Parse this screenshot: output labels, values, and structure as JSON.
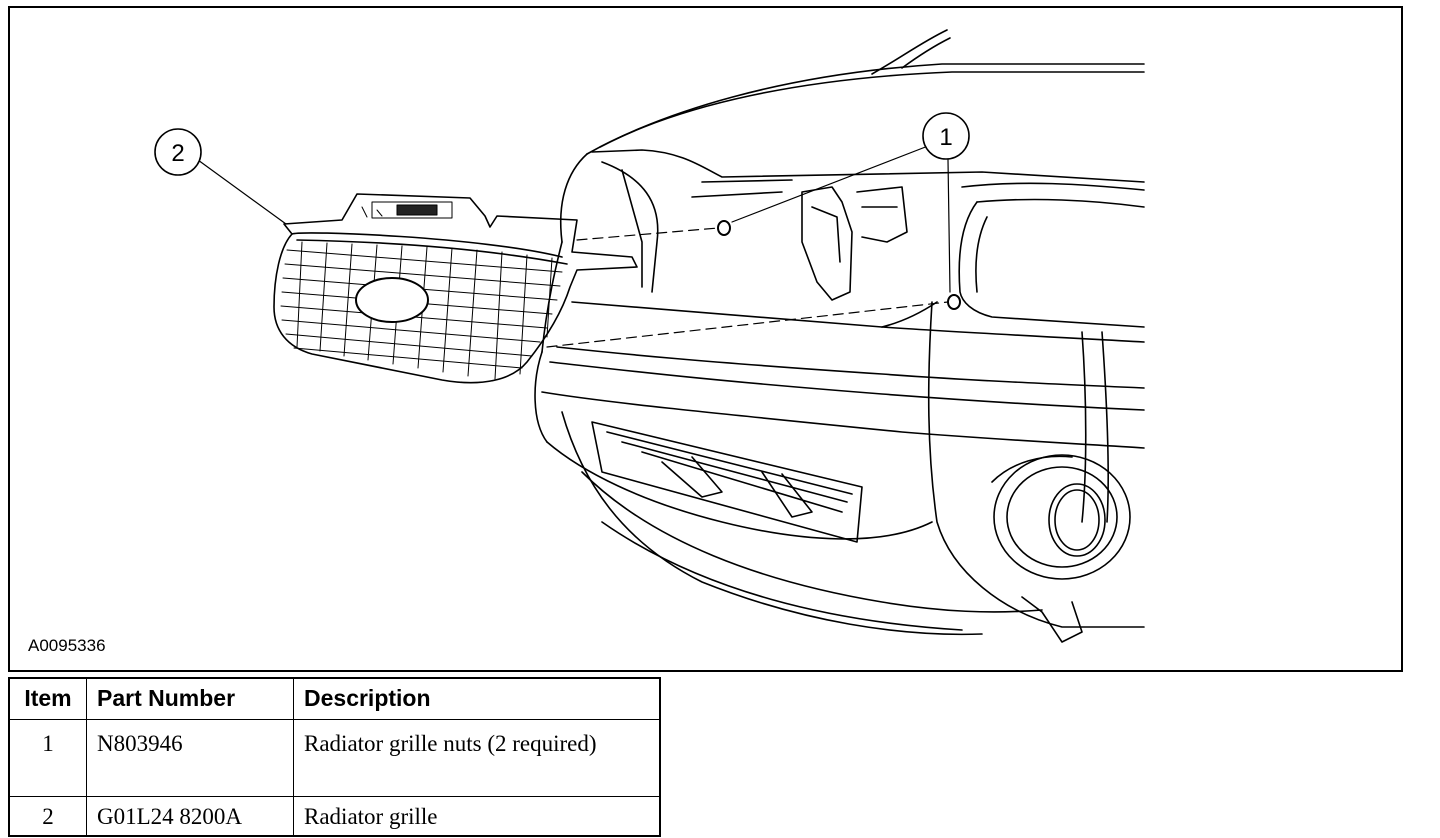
{
  "figure": {
    "id": "A0095336",
    "callouts": [
      "1",
      "2"
    ]
  },
  "table": {
    "headers": {
      "item": "Item",
      "part_number": "Part Number",
      "description": "Description"
    },
    "rows": [
      {
        "item": "1",
        "part_number": "N803946",
        "description": "Radiator grille nuts (2 required)"
      },
      {
        "item": "2",
        "part_number": "G01L24 8200A",
        "description": "Radiator grille"
      }
    ]
  }
}
